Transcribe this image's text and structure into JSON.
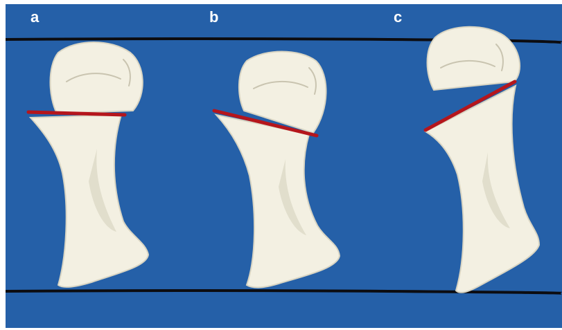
{
  "colors": {
    "background": "#2560a8",
    "border": "#ffffff",
    "guide_line": "#0c0c10",
    "bone_fill": "#f3f0e2",
    "bone_shadow": "#d9d5c3",
    "bone_detail": "#c9c4b0",
    "cut_line": "#b5161c"
  },
  "panels": [
    {
      "label": "a",
      "osteotomy": "horizontal"
    },
    {
      "label": "b",
      "osteotomy": "oblique"
    },
    {
      "label": "c",
      "osteotomy": "oblique-steep"
    }
  ]
}
